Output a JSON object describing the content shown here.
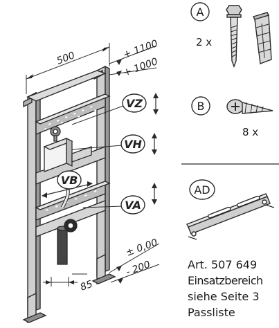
{
  "dimensions": {
    "width": "500",
    "height_top": "+ 1100",
    "height_second": "+ 1000",
    "floor_level": "± 0,00",
    "below_floor": "- 200",
    "depth": "85"
  },
  "adjustments": {
    "vertical_top": "VZ",
    "vertical_middle": "VH",
    "horizontal": "VB",
    "vertical_lower": "VA"
  },
  "parts": {
    "a": {
      "letter": "A",
      "qty": "2 x"
    },
    "b": {
      "letter": "B",
      "qty": "8 x"
    },
    "ad": {
      "letter": "AD"
    }
  },
  "info": {
    "article": "Art. 507 649",
    "scope": "Einsatzbereich",
    "see_page": "siehe Seite 3",
    "parts_list": "Passliste"
  }
}
